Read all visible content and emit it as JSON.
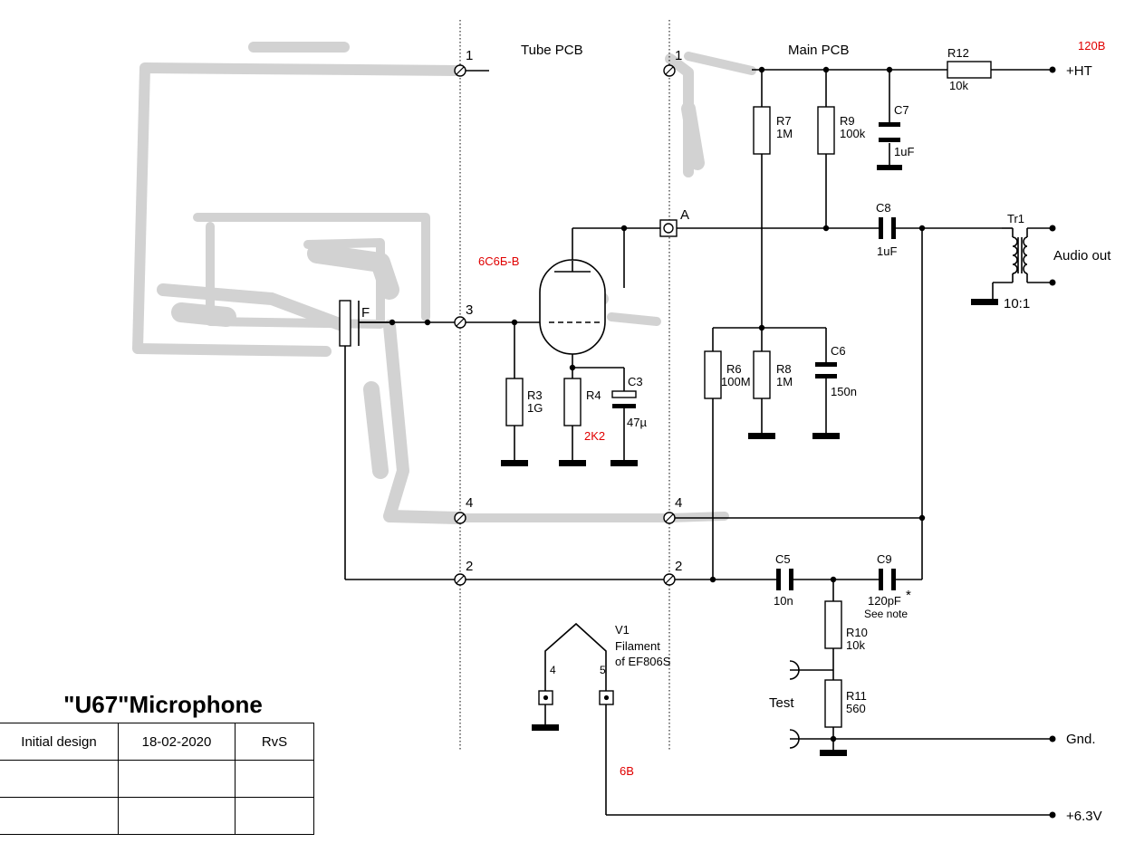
{
  "sections": {
    "tube_pcb": "Tube PCB",
    "main_pcb": "Main PCB"
  },
  "connectors": {
    "n1": "1",
    "n2": "2",
    "n3": "3",
    "n4": "4",
    "a": "A"
  },
  "components": {
    "r3": {
      "ref": "R3",
      "value": "1G"
    },
    "r4": {
      "ref": "R4",
      "value": "2K2"
    },
    "c3": {
      "ref": "C3",
      "value": "47µ"
    },
    "r6": {
      "ref": "R6",
      "value": "100M"
    },
    "r7": {
      "ref": "R7",
      "value": "1M"
    },
    "r8": {
      "ref": "R8",
      "value": "1M"
    },
    "r9": {
      "ref": "R9",
      "value": "100k"
    },
    "r10": {
      "ref": "R10",
      "value": "10k"
    },
    "r11": {
      "ref": "R11",
      "value": "560"
    },
    "r12": {
      "ref": "R12",
      "value": "10k"
    },
    "c5": {
      "ref": "C5",
      "value": "10n"
    },
    "c6": {
      "ref": "C6",
      "value": "150n"
    },
    "c7": {
      "ref": "C7",
      "value": "1uF"
    },
    "c8": {
      "ref": "C8",
      "value": "1uF"
    },
    "c9": {
      "ref": "C9",
      "value": "120pF",
      "mark": "*",
      "note": "See note"
    },
    "tr1": {
      "ref": "Tr1",
      "ratio": "10:1"
    },
    "v1": {
      "ref": "V1",
      "desc1": "Filament",
      "desc2": "of EF806S",
      "pin4": "4",
      "pin5": "5"
    },
    "capsule": {
      "ref": "F"
    }
  },
  "tube_type": "6С6Б-В",
  "terminals": {
    "ht": "+HT",
    "audio": "Audio out",
    "gnd": "Gnd.",
    "v63": "+6.3V",
    "test": "Test"
  },
  "annotations": {
    "ht_voltage": "120В",
    "filament_voltage": "6В"
  },
  "title_block": {
    "title": "\"U67\"Microphone",
    "rows": [
      [
        "Initial design",
        "18-02-2020",
        "RvS"
      ],
      [
        "",
        "",
        ""
      ],
      [
        "",
        "",
        ""
      ]
    ]
  },
  "colors": {
    "annotation": "#e00000",
    "wire": "#000000",
    "smudge": "#d2d2d2"
  }
}
